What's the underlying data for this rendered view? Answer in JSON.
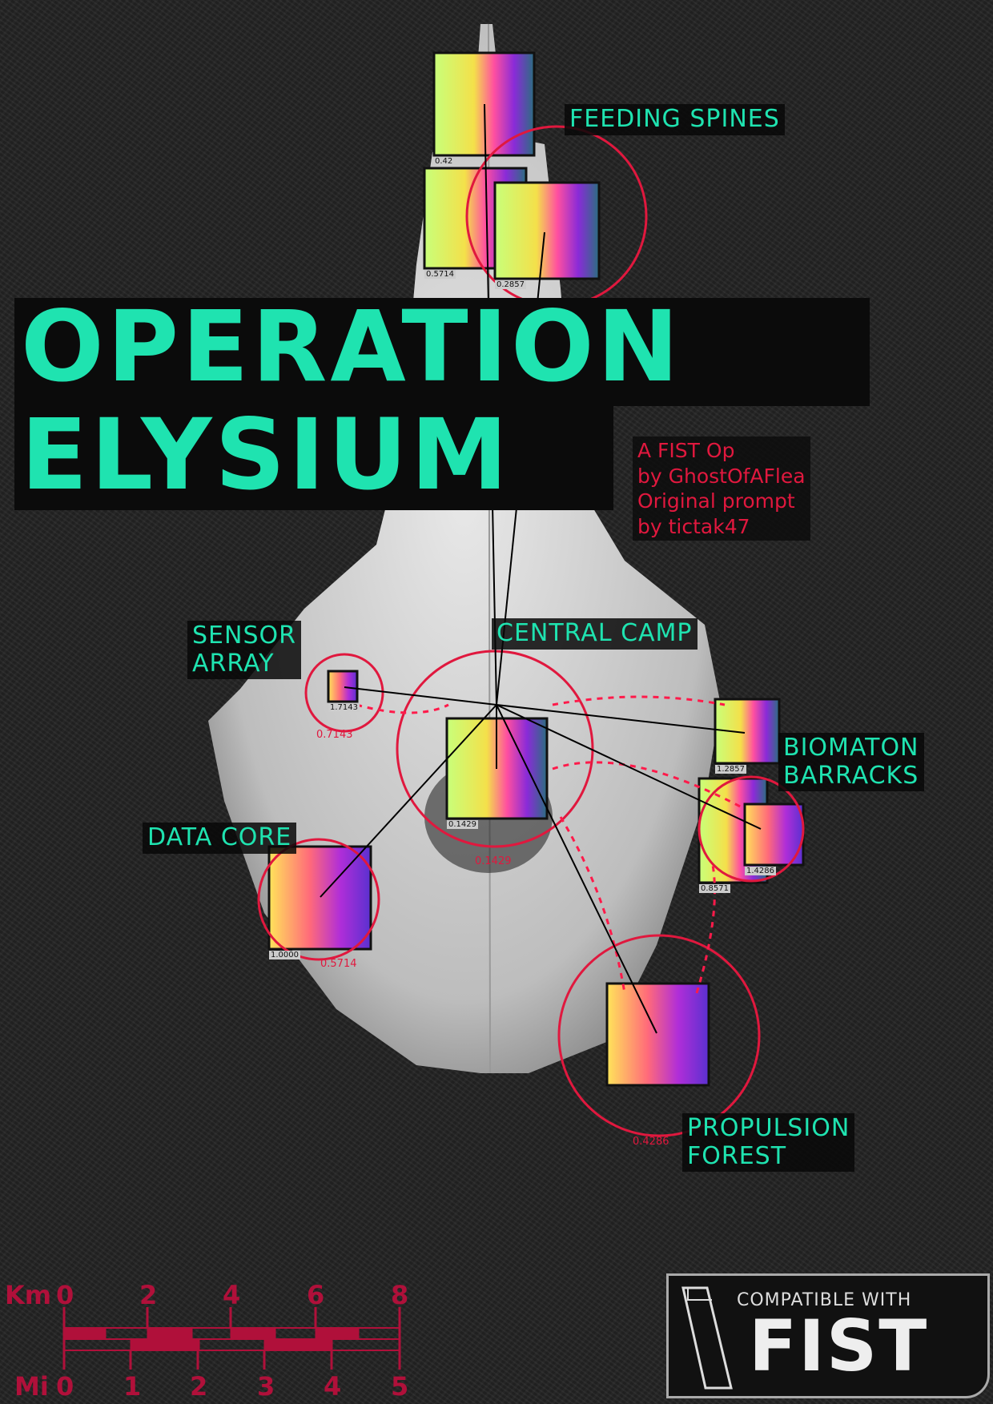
{
  "title": {
    "line1": "OPERATION",
    "line2": "ELYSIUM"
  },
  "credits": [
    "A FIST Op",
    "by GhostOfAFlea",
    "Original prompt",
    "by tictak47"
  ],
  "locations": [
    {
      "name": "FEEDING SPINES",
      "box_values": [
        "0.42",
        "0.5714",
        "0.2857"
      ]
    },
    {
      "name": "SENSOR ARRAY",
      "box_value": "1.7143",
      "ring_value": "0.7143"
    },
    {
      "name": "CENTRAL CAMP",
      "box_value": "0.1429",
      "ring_value": "0.1429"
    },
    {
      "name": "BIOMATON BARRACKS",
      "box_values": [
        "1.2857",
        "0.8571",
        "1.4286"
      ]
    },
    {
      "name": "DATA CORE",
      "box_value": "1.0000",
      "ring_value": "0.5714"
    },
    {
      "name": "PROPULSION FOREST",
      "ring_value": "0.4286"
    }
  ],
  "labels": {
    "feeding": "FEEDING SPINES",
    "sensor1": "SENSOR",
    "sensor2": "ARRAY",
    "central": "CENTRAL CAMP",
    "bio1": "BIOMATON",
    "bio2": "BARRACKS",
    "data": "DATA CORE",
    "prop1": "PROPULSION",
    "prop2": "FOREST"
  },
  "scale": {
    "km_label": "Km",
    "km_ticks": [
      "0",
      "2",
      "4",
      "6",
      "8"
    ],
    "mi_label": "Mi",
    "mi_ticks": [
      "0",
      "1",
      "2",
      "3",
      "4",
      "5"
    ]
  },
  "badge": {
    "compat": "COMPATIBLE WITH",
    "word": "FIST"
  },
  "colors": {
    "accent": "#1fe3b0",
    "ring": "#e0183e",
    "scale": "#b0103a"
  }
}
